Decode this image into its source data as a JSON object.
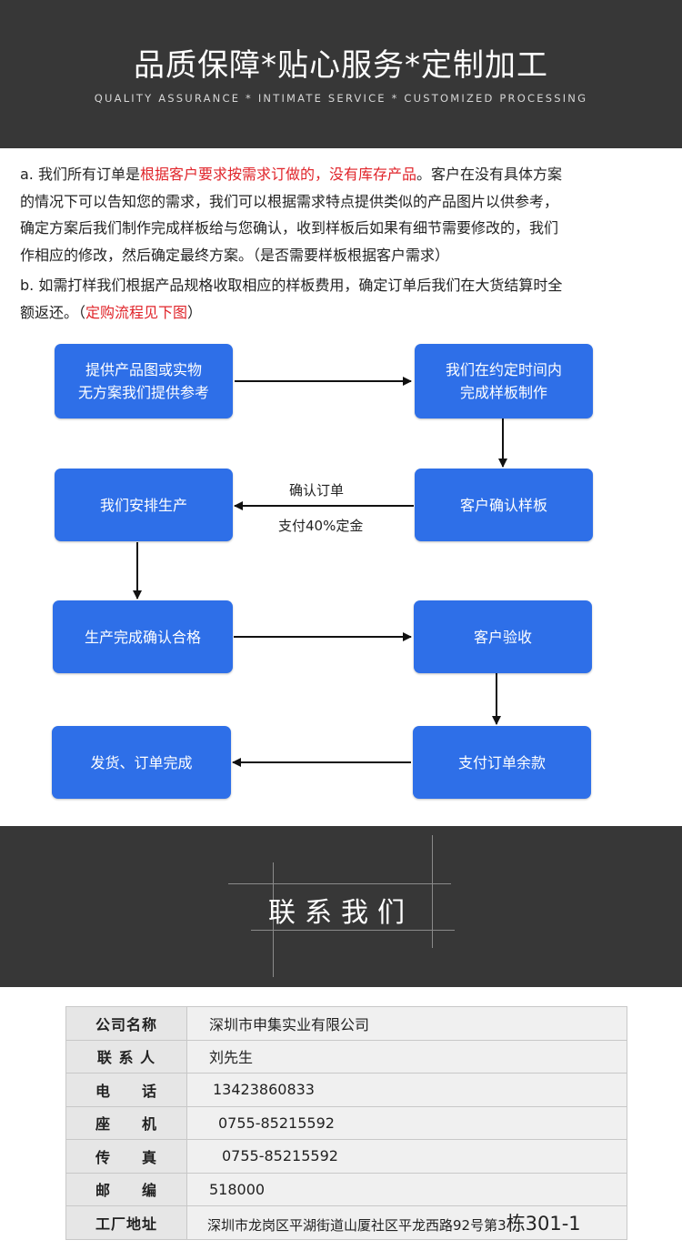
{
  "header": {
    "title": "品质保障*贴心服务*定制加工",
    "subtitle": "QUALITY ASSURANCE * INTIMATE SERVICE * CUSTOMIZED PROCESSING"
  },
  "intro": {
    "a_prefix": "a. 我们所有订单是",
    "a_highlight": "根据客户要求按需求订做的，没有库存产品",
    "a_l1_rest": "。客户在没有具体方案",
    "a_l2": "的情况下可以告知您的需求，我们可以根据需求特点提供类似的产品图片以供参考，",
    "a_l3": "确定方案后我们制作完成样板给与您确认，收到样板后如果有细节需要修改的，我们",
    "a_l4": "作相应的修改，然后确定最终方案。（是否需要样板根据客户需求）",
    "b_l1": "b. 如需打样我们根据产品规格收取相应的样板费用，确定订单后我们在大货结算时全",
    "b_l2_prefix": "额返还。（",
    "b_highlight": "定购流程见下图",
    "b_l2_suffix": "）"
  },
  "flow": {
    "step1_l1": "提供产品图或实物",
    "step1_l2": "无方案我们提供参考",
    "step2_l1": "我们在约定时间内",
    "step2_l2": "完成样板制作",
    "step3": "客户确认样板",
    "step4": "我们安排生产",
    "label_confirm": "确认订单",
    "label_deposit": "支付40%定金",
    "step5": "生产完成确认合格",
    "step6": "客户验收",
    "step7": "支付订单余款",
    "step8": "发货、订单完成",
    "box_color": "#2e6fe8"
  },
  "contact": {
    "title": "联系我们",
    "rows": [
      {
        "key": "公司名称",
        "value": "深圳市申集实业有限公司"
      },
      {
        "key": "联 系 人",
        "value": "刘先生"
      },
      {
        "key": "电　　话",
        "value": "13423860833"
      },
      {
        "key": "座　　机",
        "value": "0755-85215592"
      },
      {
        "key": "传　　真",
        "value": "0755-85215592"
      },
      {
        "key": "邮　　编",
        "value": "518000"
      },
      {
        "key": "工厂地址",
        "value_main": "深圳市龙岗区平湖街道山厦社区平龙西路92号第3",
        "value_tail": "栋301-1"
      }
    ]
  }
}
